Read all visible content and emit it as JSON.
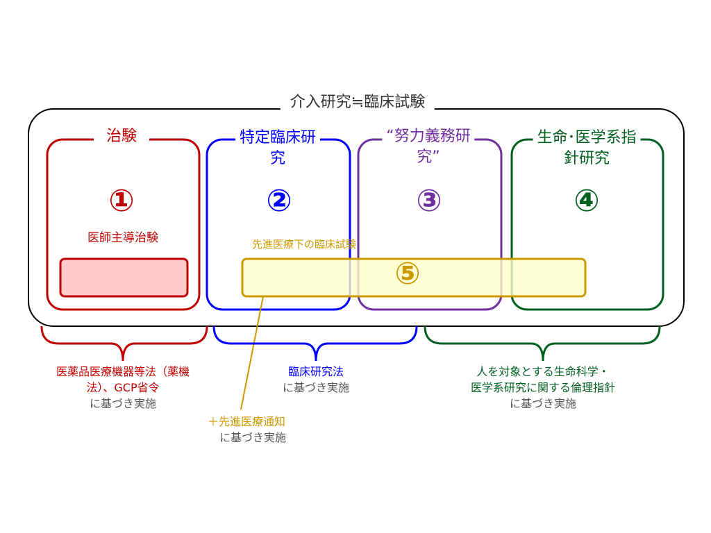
{
  "title": "介入研究≒臨床試験",
  "colors": {
    "red": "#c00000",
    "blue": "#0000ff",
    "purple": "#7030a0",
    "green": "#006020",
    "gold": "#cc9900",
    "gray": "#555555"
  },
  "categories": [
    {
      "title": "治験",
      "number": "①",
      "sub": "医師主導治験"
    },
    {
      "title_line1": "特定臨床研",
      "title_line2": "究",
      "number": "②"
    },
    {
      "title_line1": "“努力義務研",
      "title_line2": "究”",
      "number": "③"
    },
    {
      "title_line1": "生命･医学系指",
      "title_line2": "針研究",
      "number": "④"
    }
  ],
  "advanced": {
    "label": "先進医療下の臨床試験",
    "number": "⑤"
  },
  "basis": [
    {
      "line1": "医薬品医療機器等法（薬機",
      "line2": "法）、GCP省令",
      "line3": "に基づき実施"
    },
    {
      "line1": "臨床研究法",
      "line2": "に基づき実施"
    },
    {
      "line1": "人を対象とする生命科学・",
      "line2": "医学系研究に関する倫理指針",
      "line3": "に基づき実施"
    },
    {
      "line1": "＋先進医療通知",
      "line2": "に基づき実施"
    }
  ]
}
